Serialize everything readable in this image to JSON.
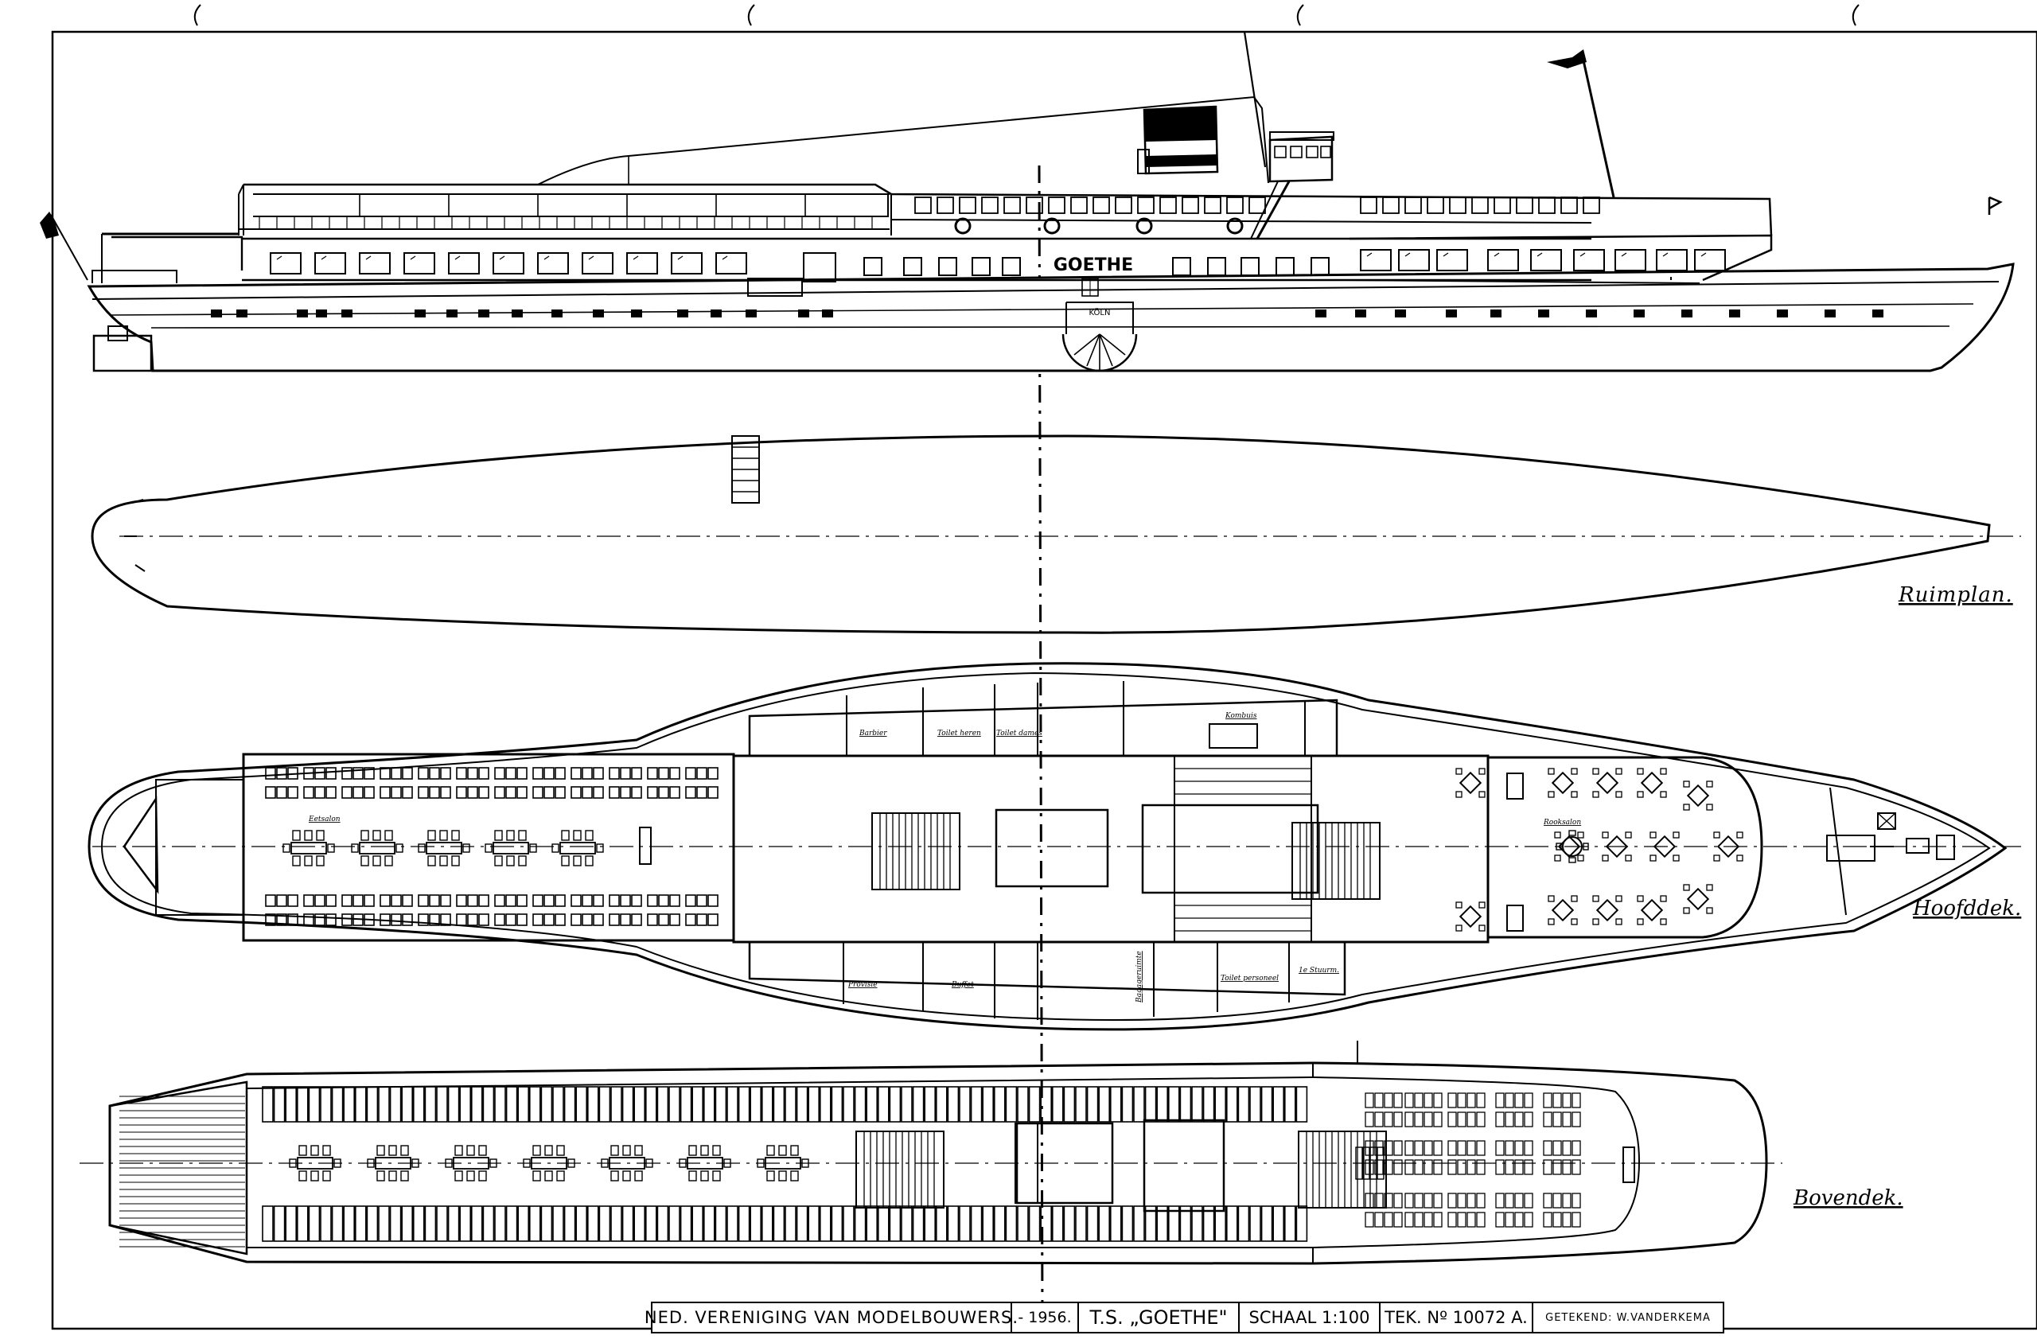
{
  "drawing": {
    "ship_name_on_hull": "GOETHE",
    "home_port_on_wheelbox": "KÖLN",
    "views": {
      "ruimplan": "Ruimplan.",
      "hoofddek": "Hoofddek.",
      "bovendek": "Bovendek."
    },
    "rooms": {
      "barbier": "Barbier",
      "toilet_heren": "Toilet heren",
      "toilet_dames": "Toilet dames",
      "kombuis": "Kombuis",
      "eetsalon": "Eetsalon",
      "rooksalon": "Rooksalon",
      "buffet": "Buffet",
      "toilet_personeel": "Toilet personeel",
      "stuurman": "1e Stuurm.",
      "provisie": "Provisie",
      "bagageruimte": "Bagageruimte"
    }
  },
  "title_block": {
    "organisation": "NED. VERENIGING VAN MODELBOUWERS.",
    "year": "- 1956.",
    "ship": "T.S. „GOETHE\"",
    "scale": "SCHAAL 1:100",
    "drawing_no": "TEK. Nº 10072 A.",
    "drawn_by": "GETEKEND: W.VANDERKEMA"
  }
}
